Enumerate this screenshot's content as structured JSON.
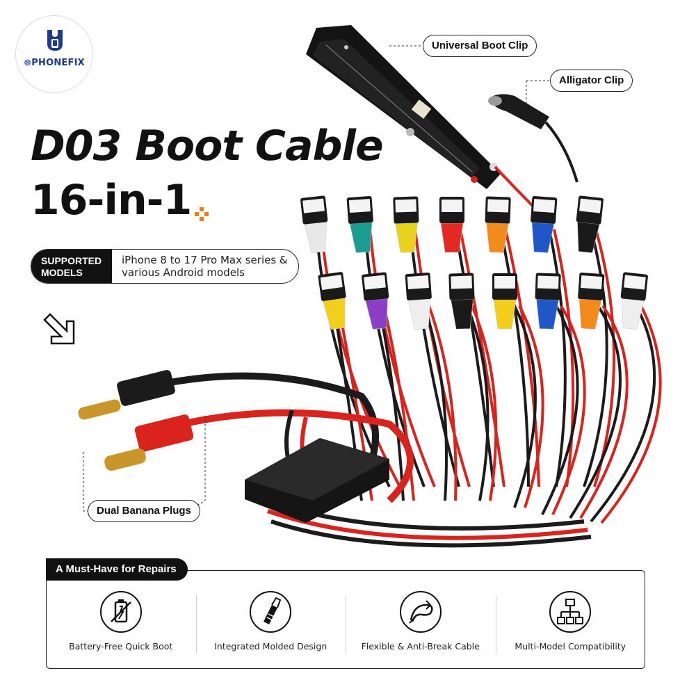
{
  "brand": {
    "name": "PHONEFIX",
    "logo_icon": "wrench-phone-logo"
  },
  "title": "D03 Boot Cable",
  "subtitle": "16-in-1",
  "supported": {
    "tag": "SUPPORTED MODELS",
    "description": "iPhone 8 to 17 Pro Max series & various Android models"
  },
  "callouts": {
    "universal_boot_clip": "Universal Boot Clip",
    "alligator_clip": "Alligator Clip",
    "dual_banana_plugs": "Dual Banana Plugs"
  },
  "connector_sleeve_colors": {
    "top_row": [
      "#e8e8e8",
      "#1a9c8f",
      "#e8d21f",
      "#e32a22",
      "#f28a1c",
      "#1f56c8",
      "#1a1a1a"
    ],
    "bottom_row": [
      "#f3cf1c",
      "#8b3fc6",
      "#eeeeee",
      "#1a1a1a",
      "#f3cf1c",
      "#1f56c8",
      "#f28a1c",
      "#eeeeee"
    ]
  },
  "colors": {
    "wire_red": "#d9231c",
    "wire_black": "#1b1b1b",
    "accent_orange": "#f07c1e",
    "plug_gold": "#c9962c"
  },
  "features_section": {
    "title": "A Must-Have for Repairs",
    "items": [
      {
        "label": "Battery-Free Quick Boot",
        "icon": "battery-off-icon"
      },
      {
        "label": "Integrated Molded Design",
        "icon": "molded-plug-icon"
      },
      {
        "label": "Flexible & Anti-Break Cable",
        "icon": "flexible-cable-icon"
      },
      {
        "label": "Multi-Model Compatibility",
        "icon": "network-hierarchy-icon"
      }
    ]
  }
}
